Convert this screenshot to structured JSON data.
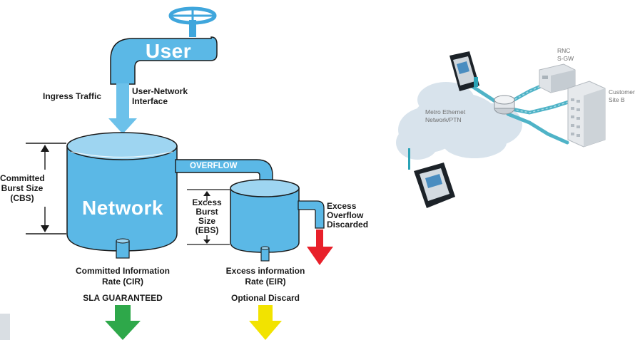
{
  "diagram": {
    "tap_label": "User",
    "ingress_label": "Ingress Traffic",
    "uni_label_line1": "User-Network",
    "uni_label_line2": "Interface",
    "network_tank_label": "Network",
    "overflow_label": "OVERFLOW",
    "cbs_line1": "Committed",
    "cbs_line2": "Burst Size",
    "cbs_line3": "(CBS)",
    "ebs_line1": "Excess",
    "ebs_line2": "Burst",
    "ebs_line3": "Size",
    "ebs_line4": "(EBS)",
    "excess_discard_line1": "Excess",
    "excess_discard_line2": "Overflow",
    "excess_discard_line3": "Discarded",
    "cir_line1": "Committed Information",
    "cir_line2": "Rate (CIR)",
    "eir_line1": "Excess information",
    "eir_line2": "Rate (EIR)",
    "sla_label": "SLA GUARANTEED",
    "optional_label": "Optional Discard"
  },
  "network_photo": {
    "cloud_line1": "Metro Ethernet",
    "cloud_line2": "Network/PTN",
    "rnc_line1": "RNC",
    "rnc_line2": "S-GW",
    "site_line1": "Customer",
    "site_line2": "Site B"
  },
  "colors": {
    "water": "#5bb8e6",
    "tank_outline": "#1a1a1a",
    "arrow_green": "#2ea84a",
    "arrow_yellow": "#f2e300",
    "arrow_red": "#e8202a"
  }
}
